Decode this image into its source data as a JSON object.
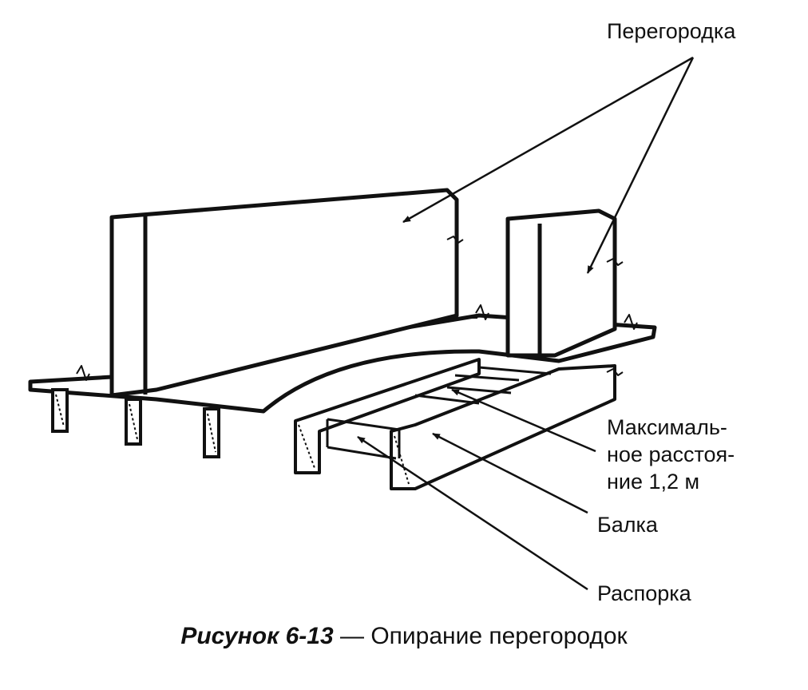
{
  "labels": {
    "partition": "Перегородка",
    "max_distance": [
      "Максималь-",
      "ное расстоя-",
      "ние 1,2 м"
    ],
    "beam": "Балка",
    "strut": "Распорка"
  },
  "caption": {
    "figure": "Рисунок 6-13",
    "dash": " — ",
    "text": "Опирание перегородок"
  },
  "colors": {
    "ink": "#111111",
    "background": "#ffffff"
  }
}
